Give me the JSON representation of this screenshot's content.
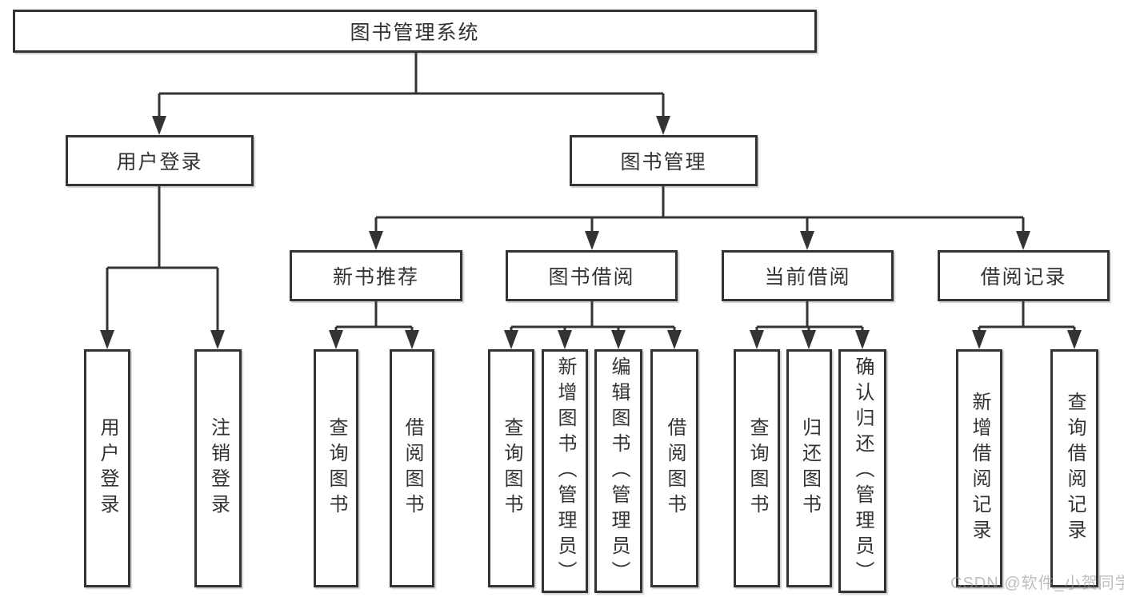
{
  "diagram_type": "hierarchy-tree",
  "colors": {
    "line": "#333333",
    "box_border": "#333333",
    "box_fill": "#ffffff",
    "text": "#333333",
    "watermark": "#9a9a9a"
  },
  "tree": {
    "root": {
      "label": "图书管理系统"
    },
    "branches": [
      {
        "label": "用户登录",
        "children": [
          {
            "label": "用户登录"
          },
          {
            "label": "注销登录"
          }
        ]
      },
      {
        "label": "图书管理",
        "children": [
          {
            "label": "新书推荐",
            "children": [
              {
                "label": "查询图书"
              },
              {
                "label": "借阅图书"
              }
            ]
          },
          {
            "label": "图书借阅",
            "children": [
              {
                "label": "查询图书"
              },
              {
                "label": "新增图书（管理员）"
              },
              {
                "label": "编辑图书（管理员）"
              },
              {
                "label": "借阅图书"
              }
            ]
          },
          {
            "label": "当前借阅",
            "children": [
              {
                "label": "查询图书"
              },
              {
                "label": "归还图书"
              },
              {
                "label": "确认归还（管理员）"
              }
            ]
          },
          {
            "label": "借阅记录",
            "children": [
              {
                "label": "新增借阅记录"
              },
              {
                "label": "查询借阅记录"
              }
            ]
          }
        ]
      }
    ]
  },
  "watermark": {
    "text": "CSDN @软件_小贺同学"
  }
}
